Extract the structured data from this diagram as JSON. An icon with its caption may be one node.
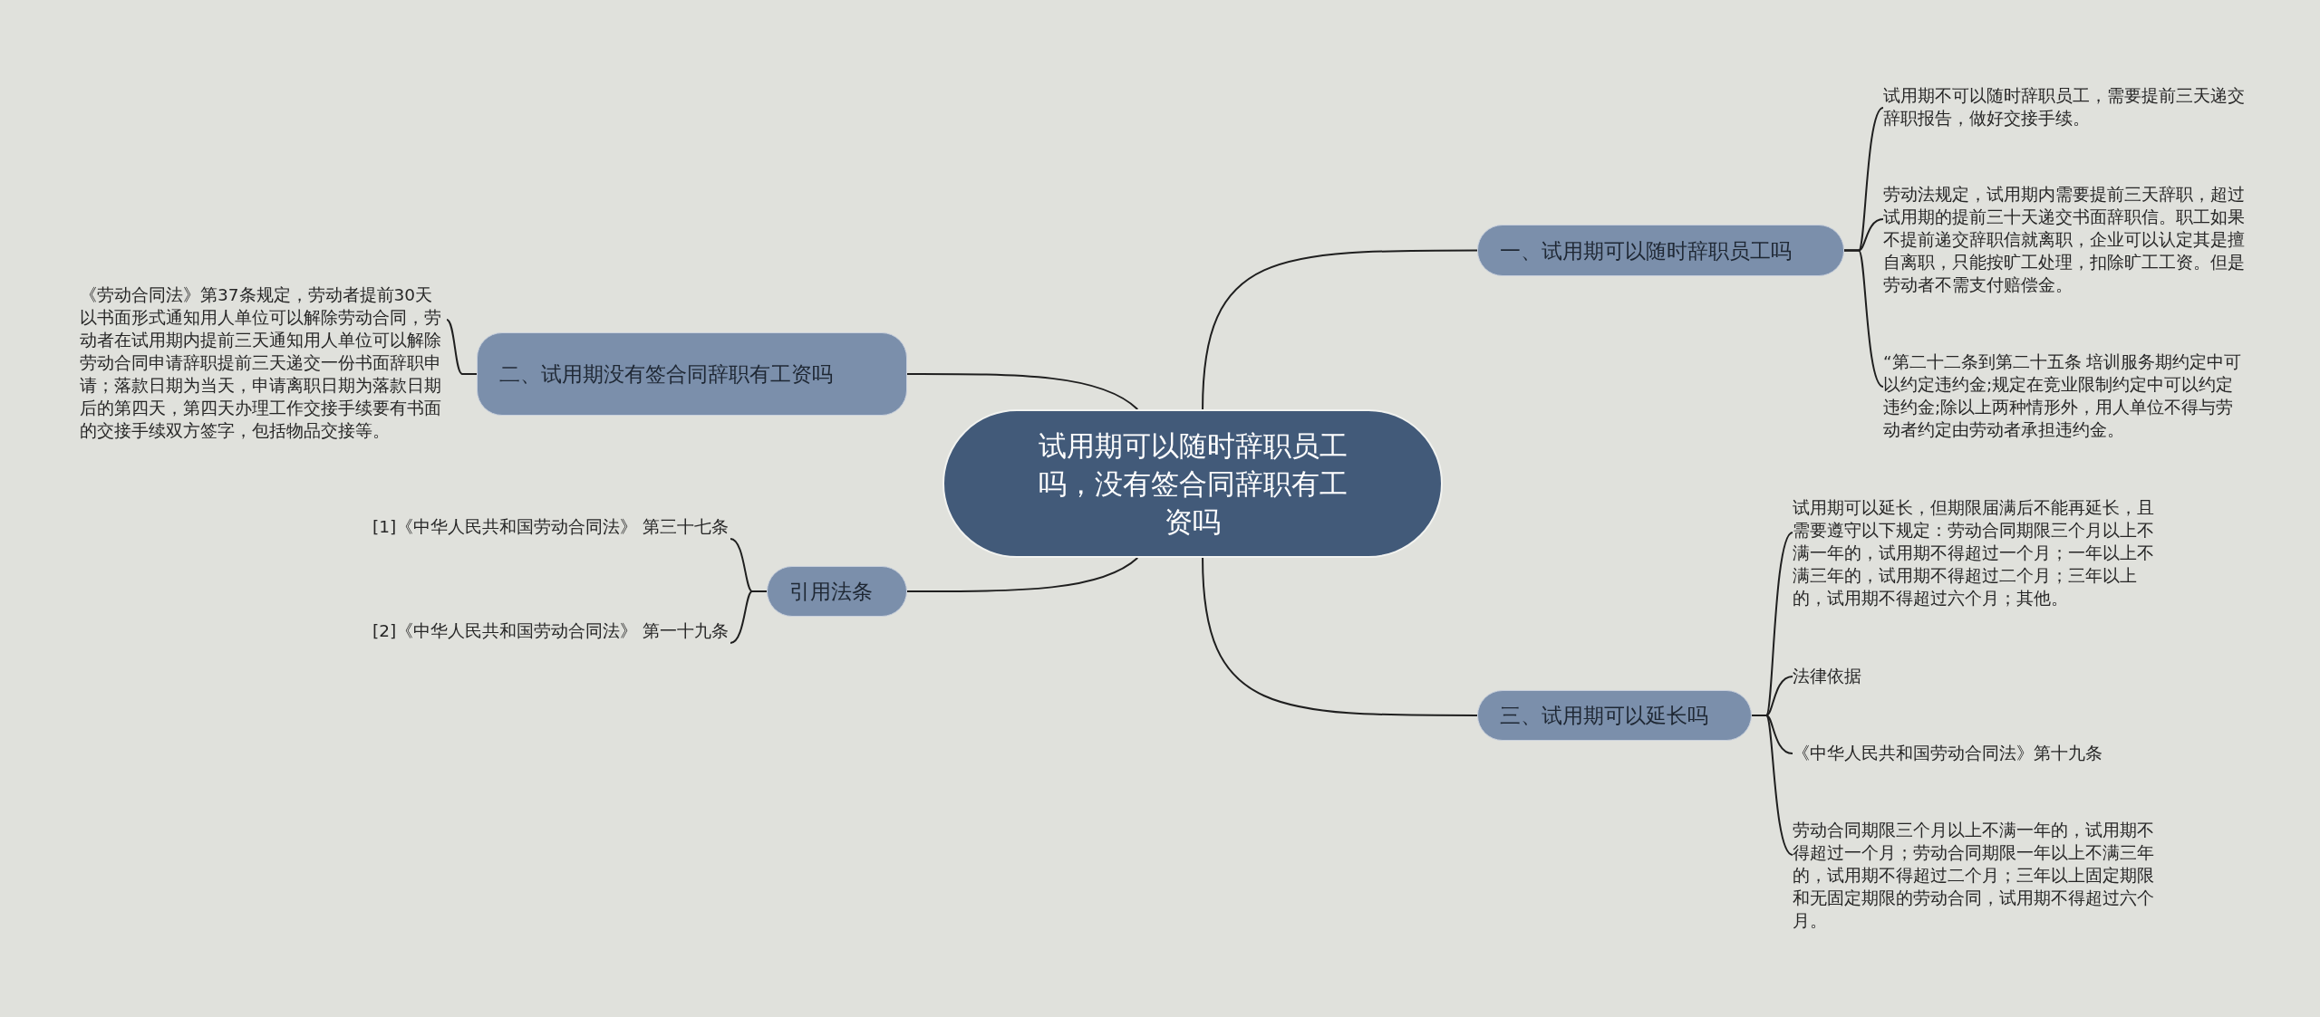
{
  "diagram": {
    "nodes": [
      {
        "text": [
          "试用期可以随时辞职员工吗，没有签合同辞职有工资吗"
        ]
      },
      {
        "text": [
          "一、试用期可以随时辞职员工吗"
        ]
      },
      {
        "text": [
          "试用期不可以随时辞职员工，需要提前三天递交辞职报告，做好交接手续。"
        ]
      },
      {
        "text": [
          "劳动法规定，试用期内需要提前三天辞职，超过试用期的提前三十天递交书面辞职信。职工如果不提前递交辞职信就离职，企业可以认定其是擅自离职，只能按旷工处理，扣除旷工工资。但是劳动者不需支付赔偿金。"
        ]
      },
      {
        "text": [
          "“第二十二条到第二十五条 培训服务期约定中可以约定违约金;规定在竞业限制约定中可以约定违约金;除以上两种情形外，用人单位不得与劳动者约定由劳动者承担违约金。"
        ]
      },
      {
        "text": [
          "二、试用期没有签合同辞职有工资吗"
        ]
      },
      {
        "text": [
          "《劳动合同法》第37条规定，劳动者提前30天以书面形式通知用人单位可以解除劳动合同，劳动者在试用期内提前三天通知用人单位可以解除劳动合同申请辞职提前三天递交一份书面辞职申请；落款日期为当天，申请离职日期为落款日期后的第四天，第四天办理工作交接手续要有书面的交接手续双方签字，包括物品交接等。"
        ]
      },
      {
        "text": [
          "引用法条"
        ]
      },
      {
        "text": [
          "[1]《中华人民共和国劳动合同法》 第三十七条"
        ]
      },
      {
        "text": [
          "[2]《中华人民共和国劳动合同法》 第一十九条"
        ]
      },
      {
        "text": [
          "三、试用期可以延长吗"
        ]
      },
      {
        "text": [
          "试用期可以延长，但期限届满后不能再延长，且需要遵守以下规定：劳动合同期限三个月以上不满一年的，试用期不得超过一个月；一年以上不满三年的，试用期不得超过二个月；三年以上的，试用期不得超过六个月；其他。"
        ]
      },
      {
        "text": [
          "法律依据"
        ]
      },
      {
        "text": [
          "《中华人民共和国劳动合同法》第十九条"
        ]
      },
      {
        "text": [
          "劳动合同期限三个月以上不满一年的，试用期不得超过一个月；劳动合同期限一年以上不满三年的，试用期不得超过二个月；三年以上固定期限和无固定期限的劳动合同，试用期不得超过六个月。"
        ]
      }
    ],
    "edges": [
      {
        "from": 0,
        "to": 1,
        "arrow": "none"
      },
      {
        "from": 1,
        "to": 2,
        "arrow": "none"
      },
      {
        "from": 1,
        "to": 3,
        "arrow": "none"
      },
      {
        "from": 1,
        "to": 4,
        "arrow": "none"
      },
      {
        "from": 0,
        "to": 5,
        "arrow": "none"
      },
      {
        "from": 5,
        "to": 6,
        "arrow": "none"
      },
      {
        "from": 0,
        "to": 7,
        "arrow": "none"
      },
      {
        "from": 7,
        "to": 8,
        "arrow": "none"
      },
      {
        "from": 7,
        "to": 9,
        "arrow": "none"
      },
      {
        "from": 0,
        "to": 10,
        "arrow": "none"
      },
      {
        "from": 10,
        "to": 11,
        "arrow": "none"
      },
      {
        "from": 10,
        "to": 12,
        "arrow": "none"
      },
      {
        "from": 10,
        "to": 13,
        "arrow": "none"
      },
      {
        "from": 10,
        "to": 14,
        "arrow": "none"
      }
    ]
  }
}
